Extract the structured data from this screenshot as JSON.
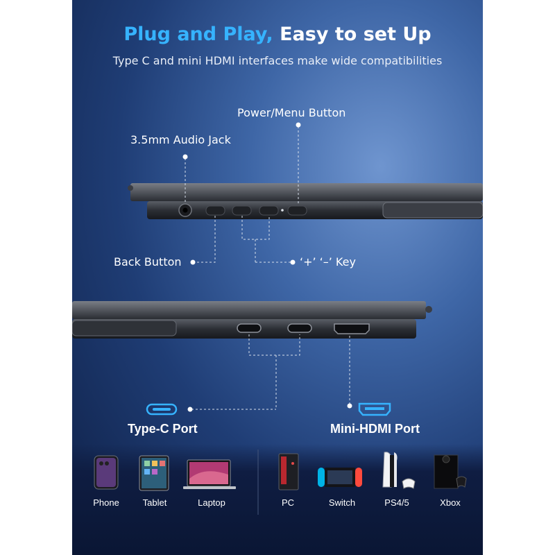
{
  "header": {
    "title_accent": "Plug and Play,",
    "title_rest": " Easy to set Up",
    "subtitle": "Type C and mini HDMI interfaces make wide compatibilities"
  },
  "callouts": {
    "power_menu": "Power/Menu Button",
    "audio_jack": "3.5mm Audio Jack",
    "back_button": "Back Button",
    "plus_minus": "‘+’ ‘–’ Key"
  },
  "ports": {
    "type_c": "Type-C  Port",
    "mini_hdmi": "Mini-HDMI Port"
  },
  "devices": {
    "phone": "Phone",
    "tablet": "Tablet",
    "laptop": "Laptop",
    "pc": "PC",
    "switch": "Switch",
    "ps": "PS4/5",
    "xbox": "Xbox"
  },
  "colors": {
    "accent": "#36b3ff",
    "background_dark": "#0e1f45",
    "background_light": "#6f95cf",
    "text": "#ffffff"
  }
}
